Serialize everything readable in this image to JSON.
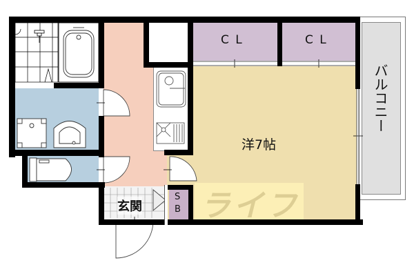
{
  "floorplan": {
    "rooms": {
      "closet_left": {
        "label": "C L"
      },
      "closet_right": {
        "label": "C L"
      },
      "western_room": {
        "label": "洋7帖"
      },
      "balcony": {
        "label": "バルコニー"
      },
      "entrance": {
        "label": "玄関"
      },
      "shoe_box": {
        "label": "S B"
      }
    },
    "watermark": {
      "text": "ライフ"
    },
    "colors": {
      "wall": "#000000",
      "western_room": "#efdfae",
      "closet": "#d1bfd3",
      "hallway": "#f6cfbd",
      "wet_area": "#b7cfdf",
      "balcony": "#e0e0e0",
      "shoe_box": "#c9b1c9",
      "watermark": "#fff3b8"
    }
  }
}
